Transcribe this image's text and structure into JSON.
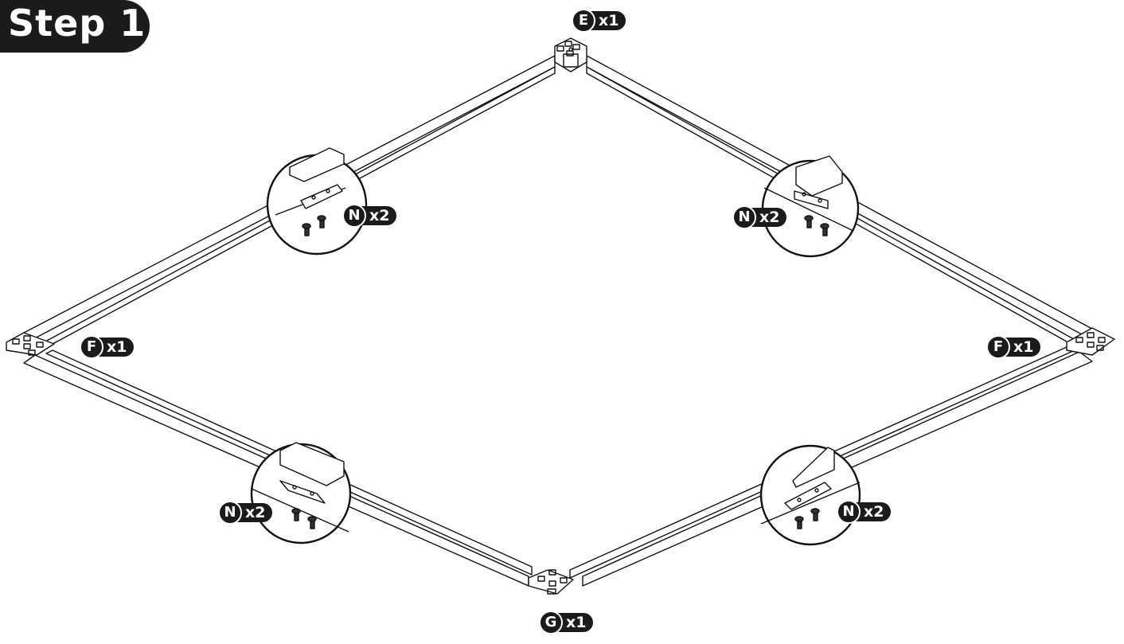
{
  "step": {
    "label": "Step 1"
  },
  "callouts": {
    "e": {
      "letter": "E",
      "qty": "x1"
    },
    "f_left": {
      "letter": "F",
      "qty": "x1"
    },
    "f_right": {
      "letter": "F",
      "qty": "x1"
    },
    "g": {
      "letter": "G",
      "qty": "x1"
    },
    "n_top_left": {
      "letter": "N",
      "qty": "x2"
    },
    "n_top_right": {
      "letter": "N",
      "qty": "x2"
    },
    "n_bottom_left": {
      "letter": "N",
      "qty": "x2"
    },
    "n_bottom_right": {
      "letter": "N",
      "qty": "x2"
    }
  },
  "colors": {
    "ink": "#1b1b1b",
    "line": "#111111",
    "paper": "#ffffff"
  },
  "icons": [
    "corner-connector-icon",
    "rail-joiner-icon",
    "screw-icon",
    "detail-magnifier-icon"
  ]
}
